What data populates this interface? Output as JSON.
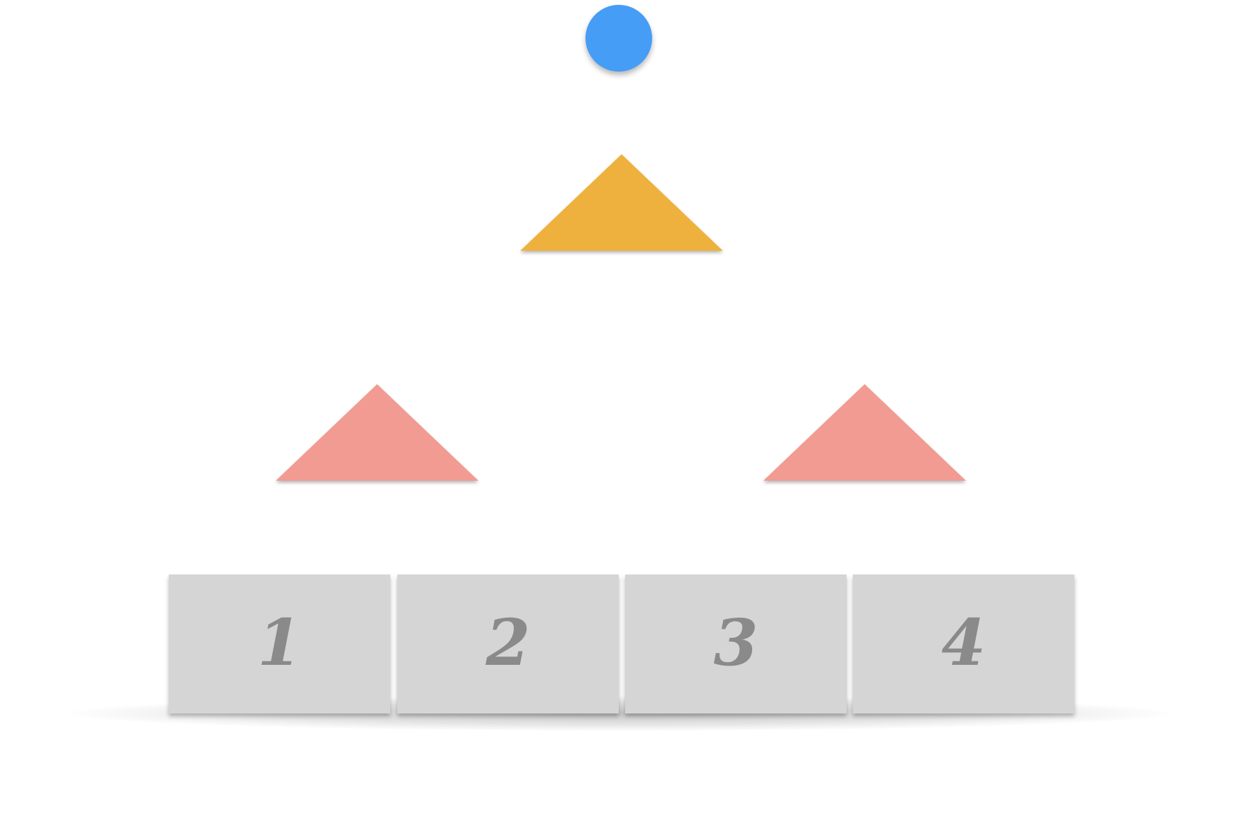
{
  "nodes": {
    "root": {
      "shape": "circle",
      "color": "#459df5",
      "icon": "circle-icon"
    },
    "level1": {
      "shape": "triangle",
      "color": "#efb13e",
      "icon": "triangle-icon"
    },
    "level2": [
      {
        "shape": "triangle",
        "color": "#f19b92",
        "icon": "triangle-icon"
      },
      {
        "shape": "triangle",
        "color": "#f19b92",
        "icon": "triangle-icon"
      }
    ]
  },
  "bins": {
    "color": "#d5d5d5",
    "label_color": "#8a8a8a",
    "items": [
      {
        "label": "1"
      },
      {
        "label": "2"
      },
      {
        "label": "3"
      },
      {
        "label": "4"
      }
    ]
  }
}
